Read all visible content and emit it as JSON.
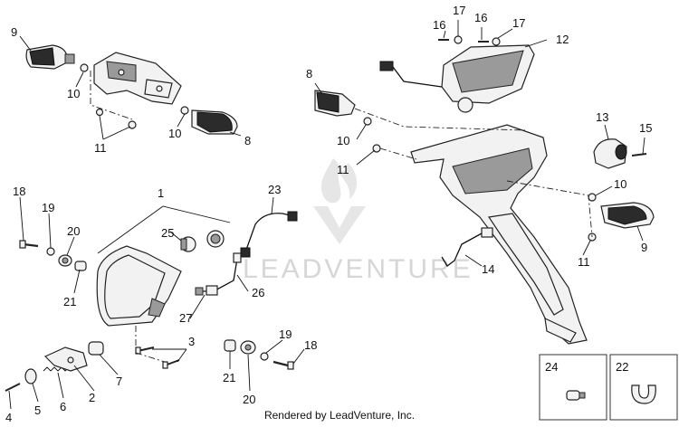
{
  "footer": "Rendered by LeadVenture, Inc.",
  "watermark": "LEADVENTURE",
  "callouts": {
    "c1": "1",
    "c2": "2",
    "c3": "3",
    "c4": "4",
    "c5": "5",
    "c6": "6",
    "c7": "7",
    "c8a": "8",
    "c8b": "8",
    "c9a": "9",
    "c9b": "9",
    "c10a": "10",
    "c10b": "10",
    "c10c": "10",
    "c10d": "10",
    "c11a": "11",
    "c11b": "11",
    "c11c": "11",
    "c12": "12",
    "c13": "13",
    "c14": "14",
    "c15": "15",
    "c16a": "16",
    "c16b": "16",
    "c17a": "17",
    "c17b": "17",
    "c18a": "18",
    "c18b": "18",
    "c19a": "19",
    "c19b": "19",
    "c20a": "20",
    "c20b": "20",
    "c21a": "21",
    "c21b": "21",
    "c22": "22",
    "c23": "23",
    "c24": "24",
    "c25": "25",
    "c26": "26",
    "c27": "27"
  }
}
